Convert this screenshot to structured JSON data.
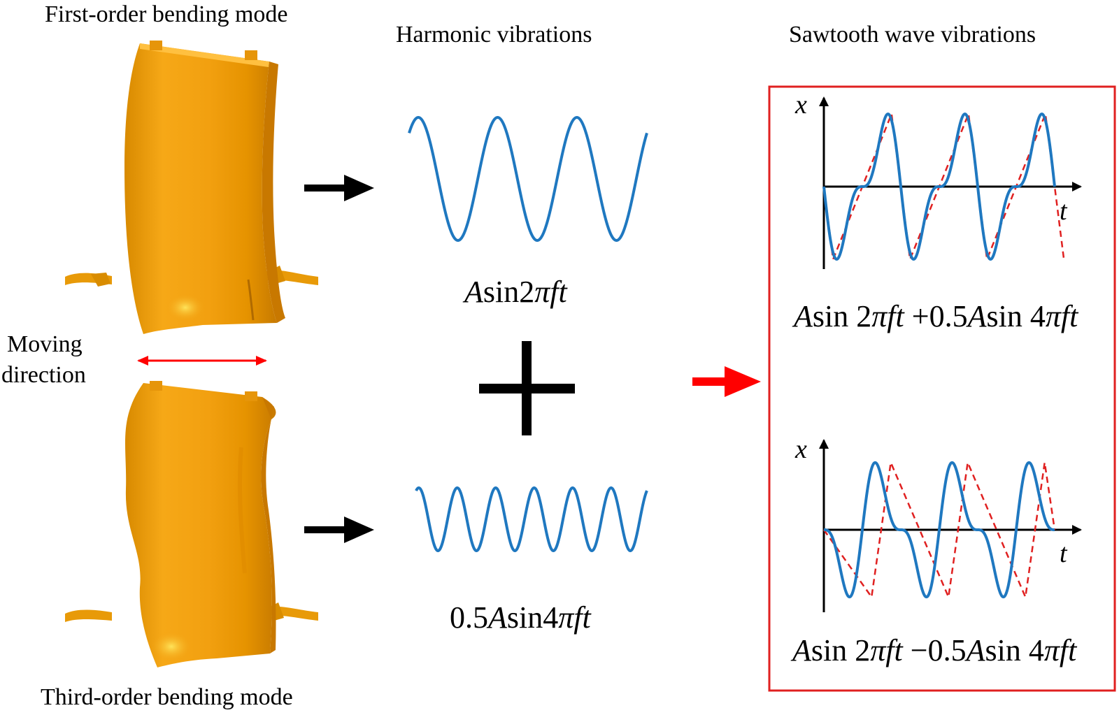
{
  "headings": {
    "first_mode": "First-order bending mode",
    "third_mode": "Third-order bending mode",
    "harmonic": "Harmonic vibrations",
    "sawtooth": "Sawtooth wave vibrations",
    "moving_1": "Moving",
    "moving_2": "direction"
  },
  "equations": {
    "harmonic_top": {
      "a": "A",
      "b": "sin2",
      "c": "π",
      "d": "ft"
    },
    "harmonic_bottom": {
      "pre": "0.5",
      "a": "A",
      "b": "sin4",
      "c": "π",
      "d": "ft"
    },
    "saw_top": {
      "a1": "A",
      "b1": "sin 2",
      "c1": "π",
      "d1": "ft",
      "op": " +0.5",
      "a2": "A",
      "b2": "sin 4",
      "c2": "π",
      "d2": "ft"
    },
    "saw_bottom": {
      "a1": "A",
      "b1": "sin 2",
      "c1": "π",
      "d1": "ft",
      "op": " −0.5",
      "a2": "A",
      "b2": "sin 4",
      "c2": "π",
      "d2": "ft"
    }
  },
  "axes": {
    "x": "x",
    "t": "t"
  },
  "colors": {
    "mode_fill": "#f0a010",
    "mode_shade": "#c87800",
    "wave": "#1f78c0",
    "sawtooth_dashed": "#e02020",
    "box_border": "#e02020",
    "arrow_black": "#000000",
    "arrow_red": "#ff0000"
  },
  "plots": {
    "harmonic_top": {
      "cycles": 3,
      "amplitude": 1.0
    },
    "harmonic_bottom": {
      "cycles": 6,
      "amplitude": 0.5
    },
    "saw_top": {
      "formula": "-(sin(2πft) + 0.5 sin(4πft))",
      "cycles": 3
    },
    "saw_bottom": {
      "formula": "-(sin(2πft) - 0.5 sin(4πft))",
      "cycles": 3
    }
  }
}
